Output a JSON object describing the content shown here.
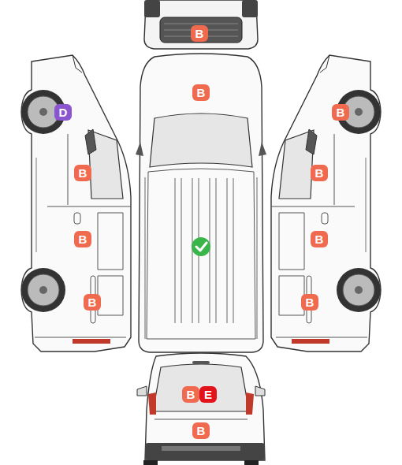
{
  "diagram": {
    "nodes": [
      {
        "text": [
          "B"
        ]
      },
      {
        "text": [
          "B"
        ]
      },
      {
        "text": [
          "D"
        ]
      },
      {
        "text": [
          "B"
        ]
      },
      {
        "text": [
          "B"
        ]
      },
      {
        "text": [
          "B"
        ]
      },
      {
        "text": [
          "B"
        ]
      },
      {
        "text": [
          "B"
        ]
      },
      {
        "text": [
          "B"
        ]
      },
      {
        "text": [
          "B"
        ]
      },
      {
        "text": [
          "B"
        ]
      },
      {
        "text": [
          "E"
        ]
      },
      {
        "text": [
          "B"
        ]
      }
    ]
  }
}
